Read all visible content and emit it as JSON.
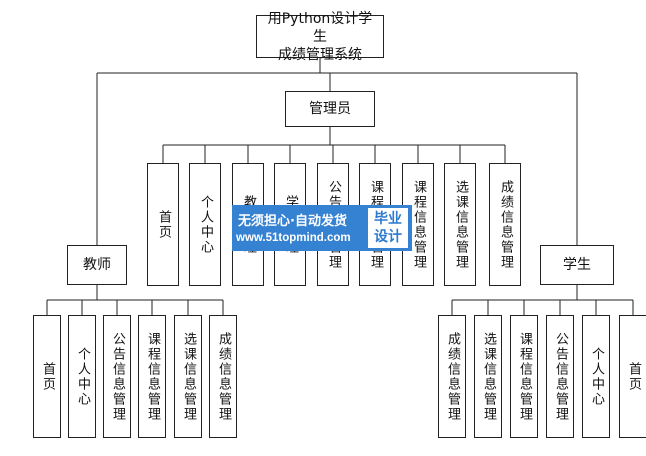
{
  "diagram": {
    "root": {
      "line1": "用Python设计学生",
      "line2": "成绩管理系统"
    },
    "admin": {
      "label": "管理员",
      "children": [
        "首页",
        "个人中心",
        "教师管理",
        "学生管理",
        "公告信息管理",
        "课程信息管理",
        "课程信息管理",
        "选课信息管理",
        "成绩信息管理"
      ]
    },
    "teacher": {
      "label": "教师",
      "children": [
        "首页",
        "个人中心",
        "公告信息管理",
        "课程信息管理",
        "选课信息管理",
        "成绩信息管理"
      ]
    },
    "student": {
      "label": "学生",
      "children": [
        "成绩信息管理",
        "选课信息管理",
        "课程信息管理",
        "公告信息管理",
        "个人中心",
        "首页"
      ]
    }
  },
  "watermark": {
    "line1": "无须担心·自动发货",
    "line2": "www.51topmind.com",
    "badge_line1": "毕业",
    "badge_line2": "设计",
    "bg_color": "#3581d2"
  }
}
